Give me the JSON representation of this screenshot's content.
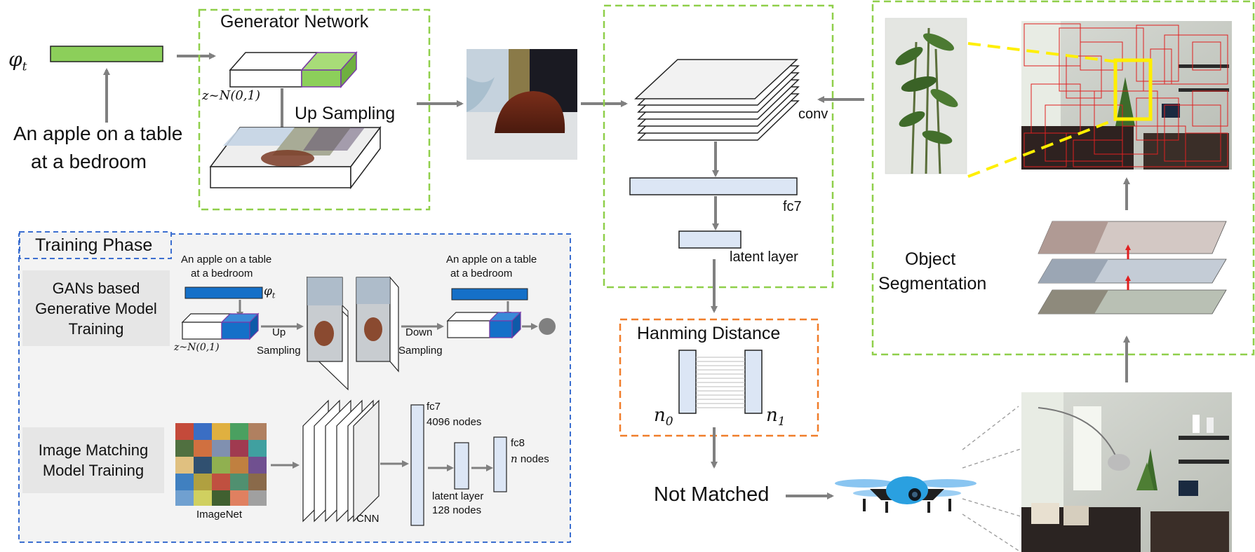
{
  "colors": {
    "green_dash": "#8fcf4a",
    "blue_dash": "#3c6fd0",
    "orange_dash": "#f07d2a",
    "yellow_box": "#ffef00",
    "red_grid": "#e02020",
    "arrow_gray": "#808080",
    "green_block": "#8ccf5a",
    "blue_block": "#1570c8",
    "light_blue_block": "#dce6f5",
    "training_bg": "#f3f3f3",
    "gray_label_bg": "#e6e6e6"
  },
  "input": {
    "phi": "φ",
    "phi_sub": "t",
    "caption_line1": "An apple on a table",
    "caption_line2": "at a bedroom"
  },
  "generator": {
    "title": "Generator Network",
    "noise": "z~N(0,1)",
    "upsampling": "Up Sampling"
  },
  "matching": {
    "conv": "conv",
    "fc7": "fc7",
    "latent": "latent layer"
  },
  "hamming": {
    "title": "Hanming Distance",
    "n0": "n",
    "n0_sub": "0",
    "n1": "n",
    "n1_sub": "1"
  },
  "result": {
    "not_matched": "Not Matched"
  },
  "segmentation": {
    "line1": "Object",
    "line2": "Segmentation"
  },
  "training": {
    "title": "Training Phase",
    "gan_label_lines": [
      "GANs based",
      "Generative Model",
      "Training"
    ],
    "gan_caption_left_1": "An apple on a table",
    "gan_caption_left_2": "at a bedroom",
    "gan_caption_right_1": "An apple on a table",
    "gan_caption_right_2": "at a bedroom",
    "gan_phi": "φ",
    "gan_phi_sub": "t",
    "gan_noise": "z~N(0,1)",
    "up_line1": "Up",
    "up_line2": "Sampling",
    "down_line1": "Down",
    "down_line2": "Sampling",
    "img_label_lines": [
      "Image Matching",
      "Model Training"
    ],
    "imagenet": "ImageNet",
    "cnn": "CNN",
    "fc7_line1": "fc7",
    "fc7_line2": "4096 nodes",
    "latent_line1": "latent layer",
    "latent_line2": "128 nodes",
    "fc8_line1": "fc8",
    "fc8_line2_var": "n",
    "fc8_line2_rest": " nodes"
  }
}
